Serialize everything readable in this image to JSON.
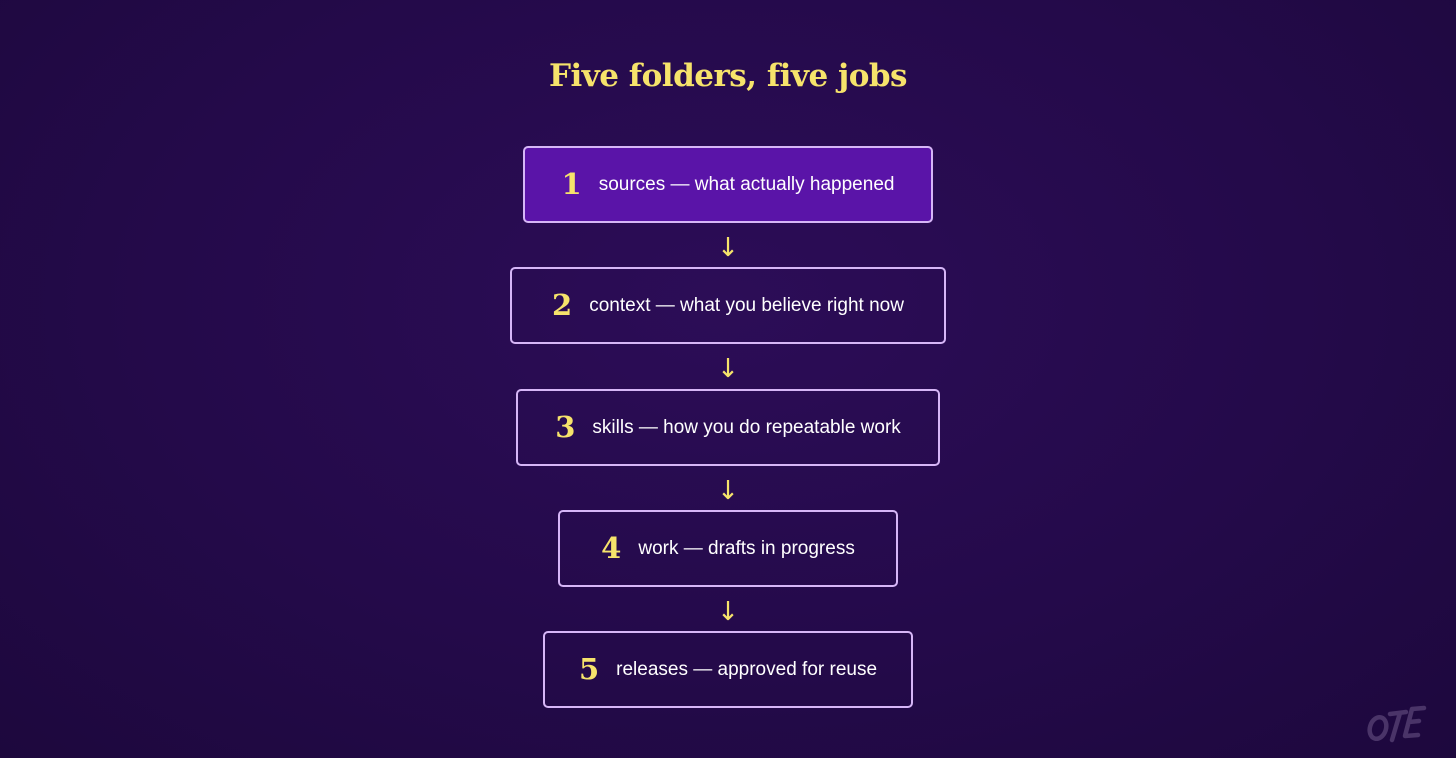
{
  "title": "Five folders, five jobs",
  "steps": [
    {
      "number": "1",
      "label": "sources — what actually happened",
      "highlighted": true
    },
    {
      "number": "2",
      "label": "context — what you believe right now",
      "highlighted": false
    },
    {
      "number": "3",
      "label": "skills — how you do repeatable work",
      "highlighted": false
    },
    {
      "number": "4",
      "label": "work — drafts in progress",
      "highlighted": false
    },
    {
      "number": "5",
      "label": "releases — approved for reuse",
      "highlighted": false
    }
  ],
  "arrow_glyph": "↓",
  "watermark": "OTE",
  "colors": {
    "background": "#240a4a",
    "accent": "#f6e36b",
    "box_border": "#d6b6f7",
    "highlight_fill": "#5a14a8",
    "text": "#ffffff"
  }
}
